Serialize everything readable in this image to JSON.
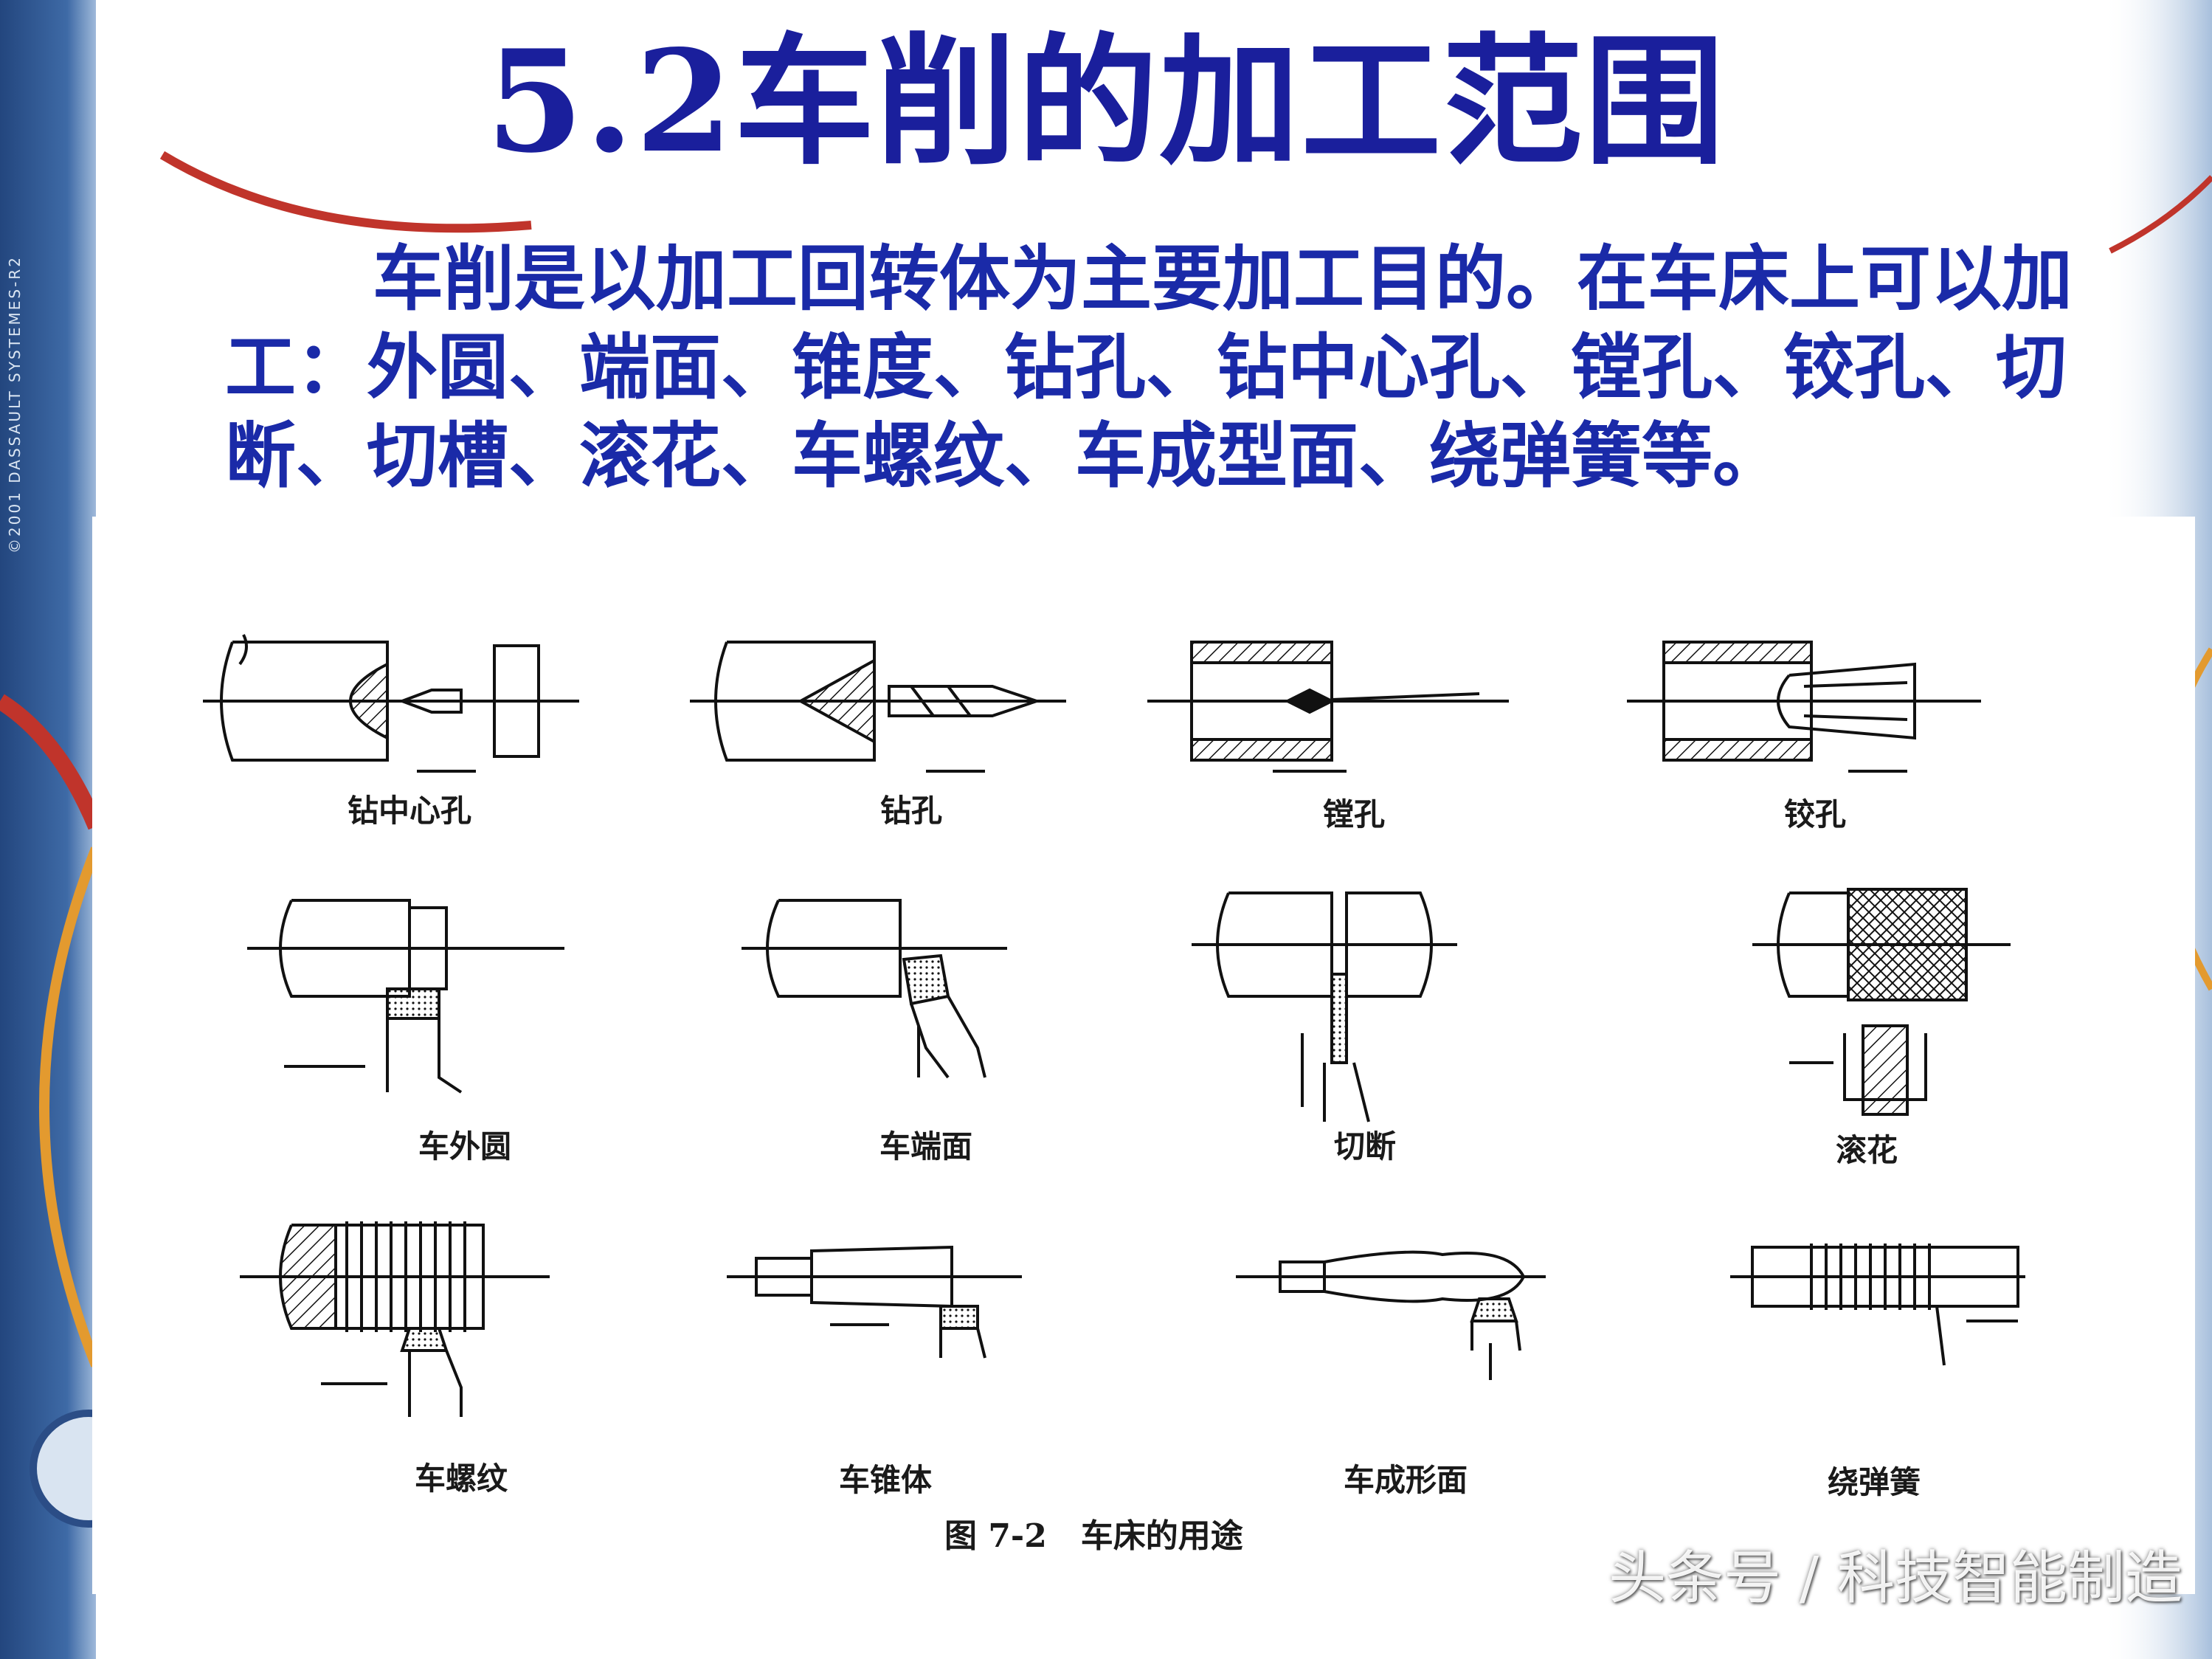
{
  "slide": {
    "title": "5.2车削的加工范围",
    "paragraph": "车削是以加工回转体为主要加工目的。在车床上可以加工：外圆、端面、锥度、钻孔、钻中心孔、镗孔、铰孔、切断、切槽、滚花、车螺纹、车成型面、绕弹簧等。",
    "side_text": "©2001 DASSAULT SYSTEMES-R2"
  },
  "figure": {
    "labels": [
      "钻中心孔",
      "钻孔",
      "镗孔",
      "铰孔",
      "车外圆",
      "车端面",
      "切断",
      "滚花",
      "车螺纹",
      "车锥体",
      "车成形面",
      "绕弹簧"
    ],
    "caption": "图 7-2   车床的用途"
  },
  "watermark": "头条号 / 科技智能制造",
  "colors": {
    "title": "#1a1f9c",
    "text": "#1a2aa8",
    "sidebar": "#2b4d86",
    "swoosh": "#c0342b"
  }
}
